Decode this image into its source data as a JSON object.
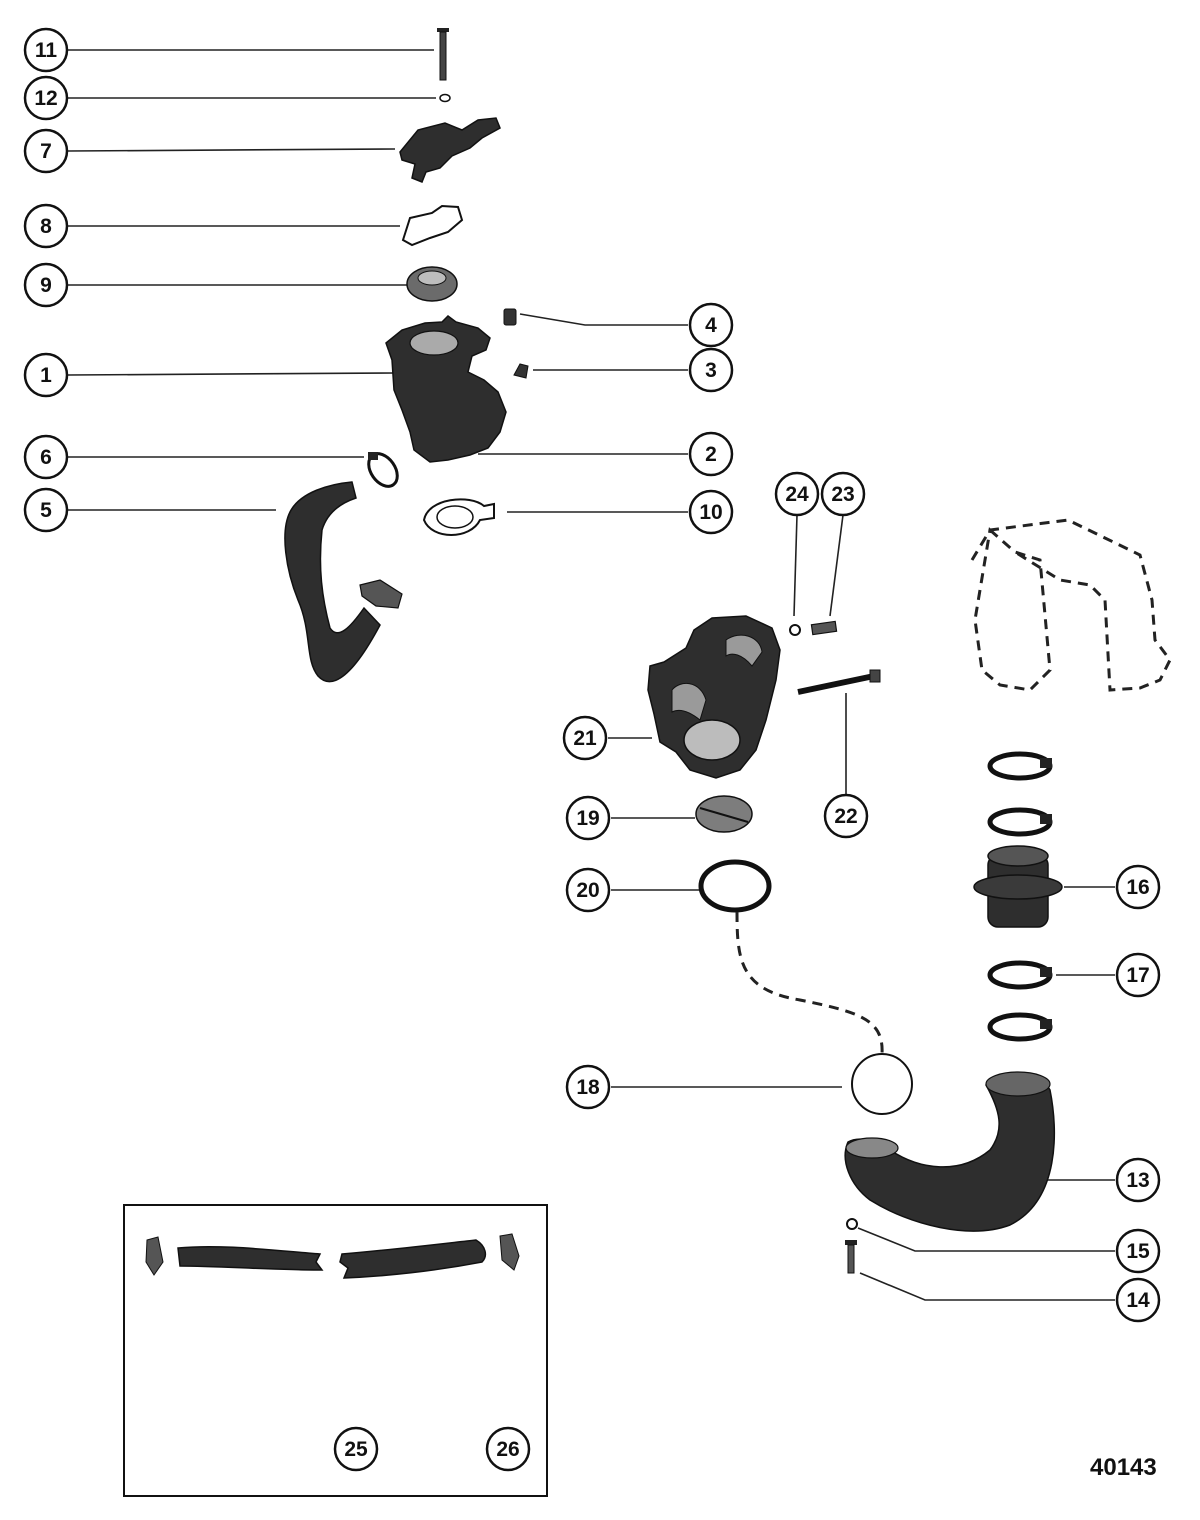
{
  "diagram": {
    "drawing_number": "40143",
    "callouts": {
      "c1": "1",
      "c2": "2",
      "c3": "3",
      "c4": "4",
      "c5": "5",
      "c6": "6",
      "c7": "7",
      "c8": "8",
      "c9": "9",
      "c10": "10",
      "c11": "11",
      "c12": "12",
      "c13": "13",
      "c14": "14",
      "c15": "15",
      "c16": "16",
      "c17": "17",
      "c18": "18",
      "c19": "19",
      "c20": "20",
      "c21": "21",
      "c22": "22",
      "c23": "23",
      "c24": "24",
      "c25": "25",
      "c26": "26"
    }
  }
}
